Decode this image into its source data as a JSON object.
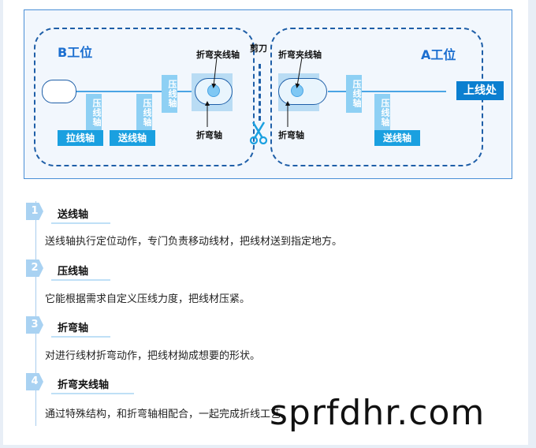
{
  "diagram": {
    "station_b_label": "B工位",
    "station_a_label": "A工位",
    "cutter_label": "剪刀",
    "left": {
      "bend_clamp_label": "折弯夹线轴",
      "bend_label": "折弯轴",
      "press_1": "压线轴",
      "press_2": "压线轴",
      "press_3": "压线轴",
      "pull_tag": "拉线轴",
      "feed_tag": "送线轴"
    },
    "right": {
      "bend_clamp_label": "折弯夹线轴",
      "bend_label": "折弯轴",
      "press_1": "压线轴",
      "press_2": "压线轴",
      "feed_tag": "送线轴",
      "upper_tag": "上线处"
    },
    "icons": {
      "cutter": "scissors-icon"
    },
    "colors": {
      "accent": "#1aa0e0",
      "dark_blue": "#1f5fa8",
      "light_blue": "#8ed0f4"
    }
  },
  "steps": [
    {
      "num": "1",
      "title": "送线轴",
      "desc": "送线轴执行定位动作，专门负责移动线材，把线材送到指定地方。"
    },
    {
      "num": "2",
      "title": "压线轴",
      "desc": "它能根据需求自定义压线力度，把线材压紧。"
    },
    {
      "num": "3",
      "title": "折弯轴",
      "desc": "对进行线材折弯动作，把线材拗成想要的形状。"
    },
    {
      "num": "4",
      "title": "折弯夹线轴",
      "desc": "通过特殊结构，和折弯轴相配合，一起完成折线工艺。"
    }
  ],
  "watermark": "sprfdhr.com"
}
